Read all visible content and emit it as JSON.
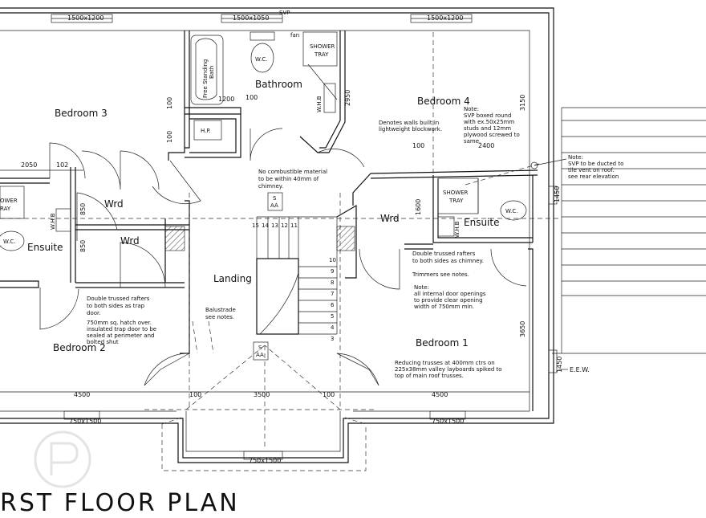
{
  "title": "RST   FLOOR   PLAN",
  "rooms": {
    "bedroom1": "Bedroom  1",
    "bedroom2": "Bedroom  2",
    "bedroom3": "Bedroom  3",
    "bedroom4": "Bedroom  4",
    "bathroom": "Bathroom",
    "landing": "Landing",
    "ensuite_left": "Ensuite",
    "ensuite_right": "Ensuite",
    "wrd_left_top": "Wrd",
    "wrd_left_bottom": "Wrd",
    "wrd_right": "Wrd"
  },
  "fixtures": {
    "shower_tray": [
      "SHOWER",
      "TRAY"
    ],
    "shower_left": [
      "OWER",
      "RAY"
    ],
    "wc": "W.C.",
    "whb": "W.H.B",
    "hp": "H.P.",
    "bath": [
      "Free Standing",
      "Bath"
    ],
    "svp": "SVP",
    "fan": "fan",
    "s_aa": [
      "S",
      "AA"
    ],
    "eew": "E.E.W."
  },
  "windows": {
    "w1500x1200": "1500x1200",
    "w1500x1050": "1500x1050",
    "w750x1500": "750x1500"
  },
  "dimensions": {
    "d100": "100",
    "d2950": "2950",
    "d3150": "3150",
    "d2400": "2400",
    "d1600": "1600",
    "d850": "850",
    "d2050": "2050",
    "d3650": "3650",
    "d4500": "4500",
    "d3500": "3500",
    "d1200": "1200",
    "d1450": "1450",
    "d102": "102"
  },
  "stair_numbers": [
    "15",
    "14",
    "13",
    "12",
    "11",
    "10",
    "9",
    "8",
    "7",
    "6",
    "5",
    "4",
    "3"
  ],
  "notes": {
    "blockwork": [
      "Denotes walls built in",
      "lightweight blockwork."
    ],
    "combustible": [
      "No combustible material",
      "to be within 40mm of",
      "chimney."
    ],
    "svp_boxed": [
      "Note:",
      "SVP boxed round",
      "with ex.50x25mm",
      "studs and 12mm",
      "plywood screwed to",
      "same."
    ],
    "svp_ducted": [
      "Note:",
      "SVP to be ducted to",
      "tile vent on roof.",
      "see rear elevation"
    ],
    "trussed_right": [
      "Double trussed rafters",
      "to both sides as chimney."
    ],
    "trimmers": "Trimmers see notes.",
    "door_openings": [
      "Note:",
      "all internal door openings",
      "to provide clear opening",
      "width of 750mm min."
    ],
    "trussed_left": [
      "Double trussed rafters",
      "to both sides as trap",
      "door."
    ],
    "hatch": [
      "750mm sq. hatch over.",
      "insulated trap door to be",
      "sealed at perimeter and",
      "bolted shut"
    ],
    "balustrade": [
      "Balustrade",
      "see notes."
    ],
    "valley": [
      "Reducing trusses at 400mm ctrs on",
      "225x38mm valley layboards spiked to",
      "top of main roof trusses."
    ]
  }
}
